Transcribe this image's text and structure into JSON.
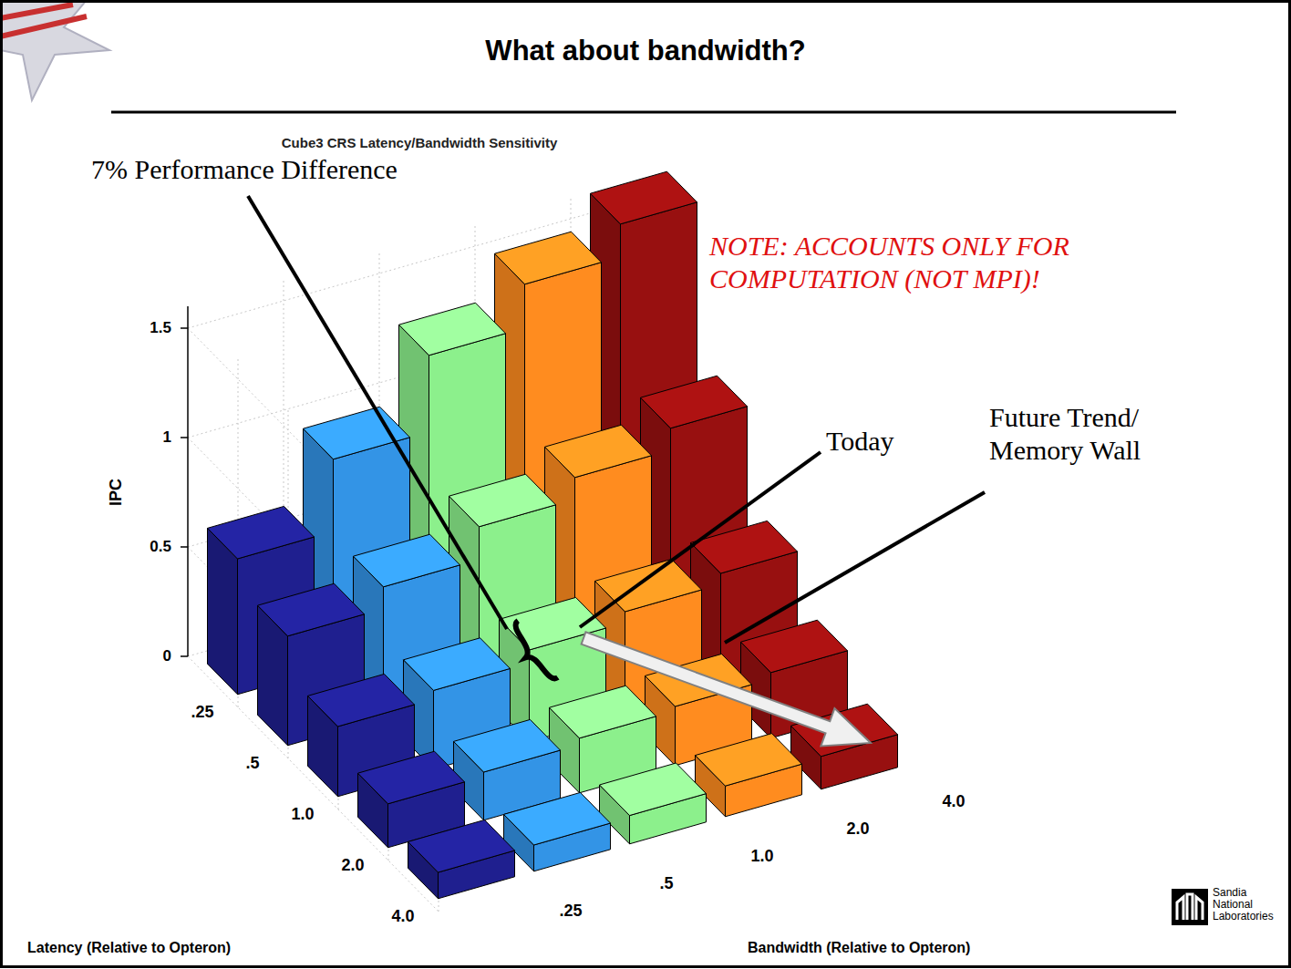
{
  "diagram": {
    "title": "What about bandwidth?",
    "labels": [
      "Cube3 CRS Latency/Bandwidth Sensitivity",
      "7% Performance Difference",
      "NOTE: ACCOUNTS ONLY FOR COMPUTATION (NOT MPI)!",
      "Today",
      "Future Trend/ Memory Wall",
      "IPC",
      "1.5",
      "1",
      "0.5",
      "0",
      ".25",
      ".5",
      "1.0",
      "2.0",
      "4.0",
      "4.0",
      "2.0",
      "1.0",
      ".5",
      ".25",
      "Latency (Relative to Opteron)",
      "Bandwidth (Relative to Opteron)",
      "Sandia National Laboratories"
    ]
  }
}
